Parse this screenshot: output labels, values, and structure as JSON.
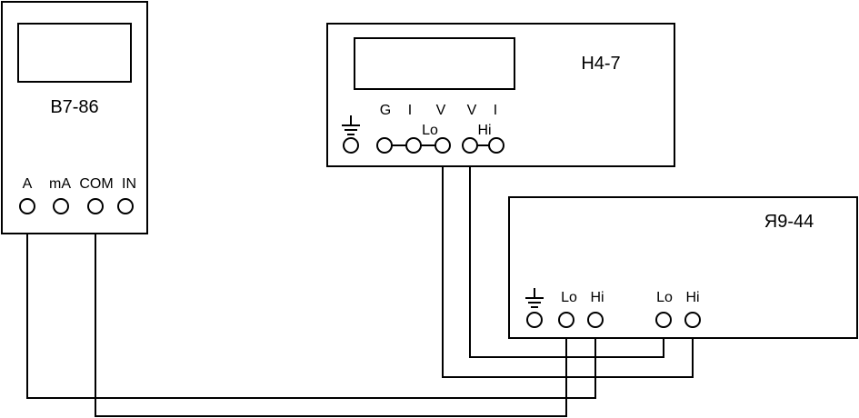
{
  "devices": {
    "b7": {
      "name": "B7-86",
      "terminals": [
        "A",
        "mA",
        "COM",
        "IN"
      ]
    },
    "h4": {
      "name": "H4-7",
      "top_labels": [
        "G",
        "I",
        "V",
        "V",
        "I"
      ],
      "group_labels": [
        "Lo",
        "Hi"
      ]
    },
    "ya9": {
      "name": "Я9-44",
      "left_labels": [
        "Lo",
        "Hi"
      ],
      "right_labels": [
        "Lo",
        "Hi"
      ]
    }
  },
  "icons": [
    "ground-icon"
  ]
}
